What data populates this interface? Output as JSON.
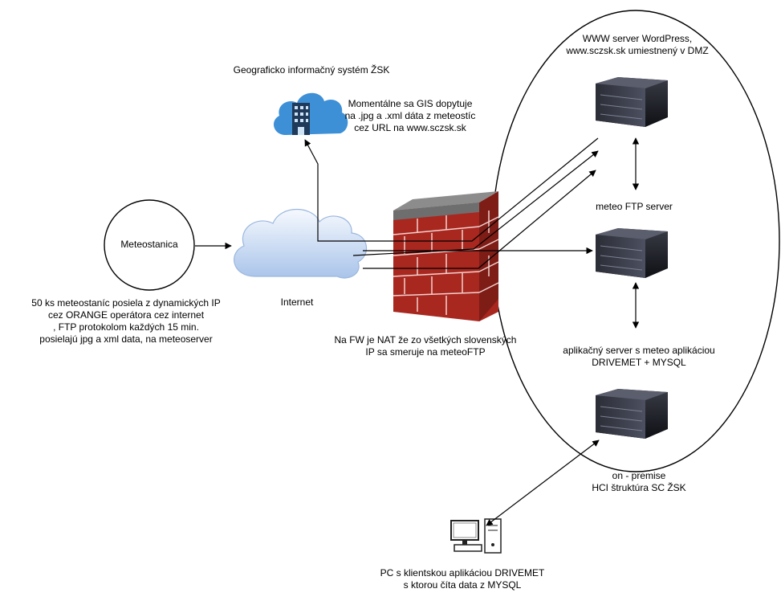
{
  "labels": {
    "meteostanica": "Meteostanica",
    "meteostanica_desc": "50 ks meteostaníc posiela z dynamických IP\ncez ORANGE operátora cez internet\n, FTP protokolom každých 15 min.\nposielajú jpg a xml data, na meteoserver",
    "internet": "Internet",
    "gis_title": "Geograficko informačný systém ŽSK",
    "gis_desc": "Momentálne sa GIS dopytuje\nna .jpg a .xml dáta z meteostíc\ncez URL na www.sczsk.sk",
    "fw_desc": "Na FW je NAT že zo všetkých slovenských\nIP sa smeruje na meteoFTP",
    "www_server": "WWW server WordPress,\nwww.sczsk.sk umiestnený v DMZ",
    "meteo_ftp": "meteo FTP server",
    "app_server": "aplikačný server s meteo aplikáciou\nDRIVEMET + MYSQL",
    "onprem": "on - premise\nHCI štruktúra SC ŽSK",
    "pc_desc": "PC s klientskou aplikáciou DRIVEMET\ns ktorou číta data z MYSQL"
  },
  "icons": {
    "station": "circle-node",
    "cloud": "internet-cloud-icon",
    "gis": "cloud-building-icon",
    "firewall": "brick-firewall-icon",
    "server": "rack-server-icon",
    "pc": "desktop-pc-icon"
  },
  "colors": {
    "brick": "#c8342c",
    "brick_dark": "#8e1f1a",
    "cloud_light": "#eef4fc",
    "cloud_dark": "#8fb0e0",
    "gis_blue": "#3d8fd6",
    "server_dark": "#1c1c22"
  }
}
